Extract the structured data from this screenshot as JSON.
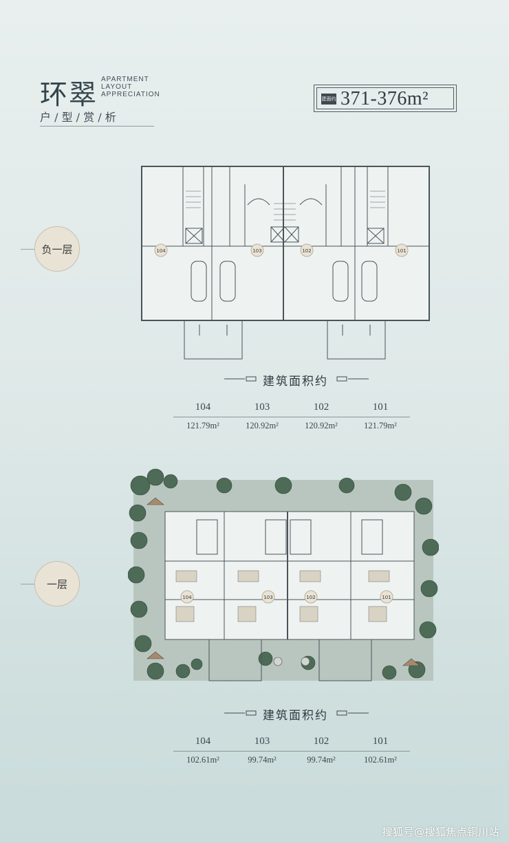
{
  "header": {
    "title_cn": "环翠",
    "title_en": [
      "APARTMENT",
      "LAYOUT",
      "APPRECIATION"
    ],
    "subtitle": "户 / 型 / 赏 / 析",
    "area_tag": "建面约",
    "area_value": "371-376m²"
  },
  "basement": {
    "floor_label": "负一层",
    "section_title": "建筑面积约",
    "units": [
      "104",
      "103",
      "102",
      "101"
    ],
    "areas": [
      "121.79m²",
      "120.92m²",
      "120.92m²",
      "121.79m²"
    ]
  },
  "first_floor": {
    "floor_label": "一层",
    "section_title": "建筑面积约",
    "units": [
      "104",
      "103",
      "102",
      "101"
    ],
    "areas": [
      "102.61m²",
      "99.74m²",
      "99.74m²",
      "102.61m²"
    ]
  },
  "watermark": "搜狐号@搜狐焦点铜川站"
}
